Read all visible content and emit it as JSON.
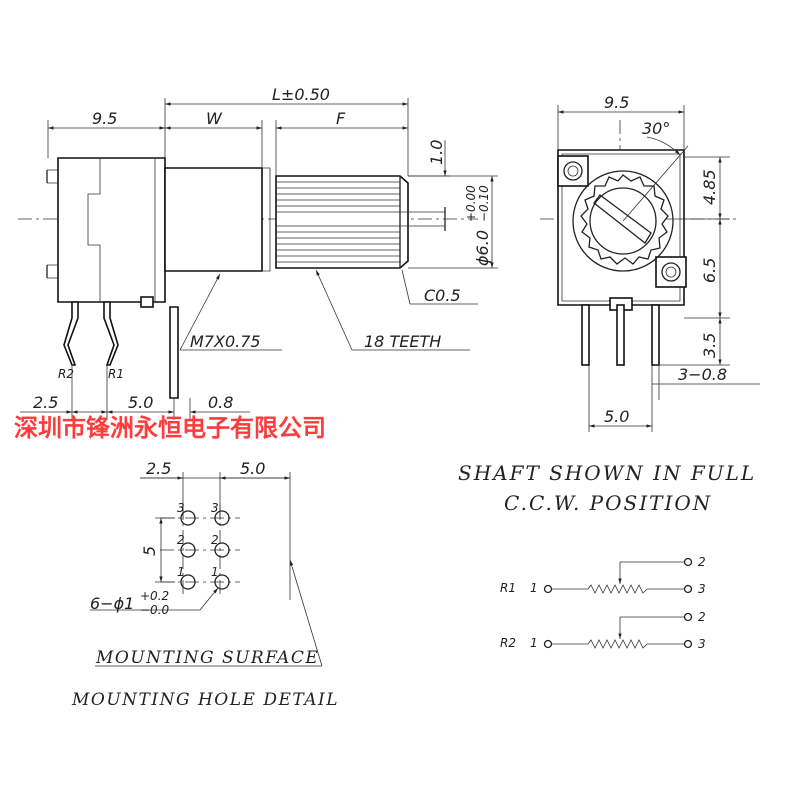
{
  "side_view": {
    "dim_9_5": "9.5",
    "dim_L": "L±0.50",
    "dim_W": "W",
    "dim_F": "F",
    "dim_1_0": "1.0",
    "dim_shaft_dia": "ϕ6.0",
    "dim_shaft_tol_upper": "+0.00",
    "dim_shaft_tol_lower": "−0.10",
    "dim_c05": "C0.5",
    "thread_label": "M7X0.75",
    "teeth_label": "18 TEETH",
    "pin_r2": "R2",
    "pin_r1": "R1",
    "dim_2_5": "2.5",
    "dim_5_0": "5.0",
    "dim_0_8": "0.8"
  },
  "front_view": {
    "dim_9_5": "9.5",
    "dim_30deg": "30°",
    "dim_4_85": "4.85",
    "dim_6_5": "6.5",
    "dim_3_5": "3.5",
    "dim_3_08": "3−0.8",
    "dim_5_0": "5.0"
  },
  "watermark": "深圳市锋洲永恒电子有限公司",
  "hole_detail": {
    "dim_2_5": "2.5",
    "dim_5_0": "5.0",
    "dim_5": "5",
    "pin_nums": [
      "3",
      "3",
      "2",
      "2",
      "1",
      "1"
    ],
    "hole_spec": "6−ϕ1",
    "hole_tol_upper": "+0.2",
    "hole_tol_lower": "−0.0",
    "mounting_surface": "MOUNTING SURFACE",
    "title": "MOUNTING HOLE DETAIL"
  },
  "shaft_note": {
    "line1": "SHAFT SHOWN IN FULL",
    "line2": "C.C.W. POSITION"
  },
  "schematic": {
    "r1": {
      "name": "R1",
      "pin1": "1",
      "pin2": "2",
      "pin3": "3"
    },
    "r2": {
      "name": "R2",
      "pin1": "1",
      "pin2": "2",
      "pin3": "3"
    }
  }
}
